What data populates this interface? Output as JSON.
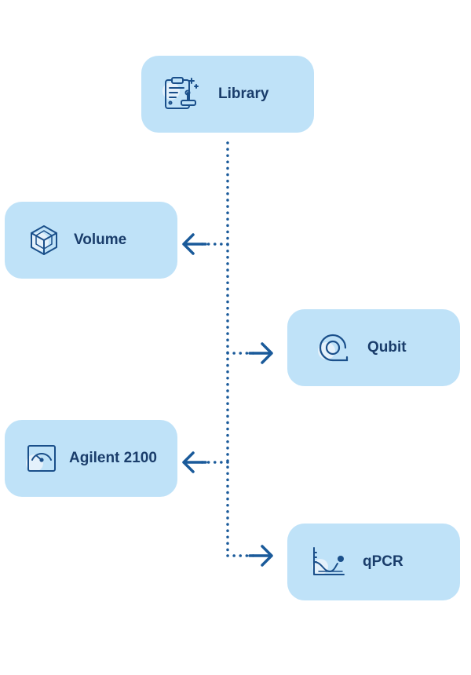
{
  "colors": {
    "node_fill": "#bfe2f8",
    "connector": "#1a5a9a",
    "label": "#1a3d6b"
  },
  "nodes": {
    "library": {
      "label": "Library",
      "icon": "clipboard-flask-icon"
    },
    "volume": {
      "label": "Volume",
      "icon": "cube-icon"
    },
    "qubit": {
      "label": "Qubit",
      "icon": "qubit-spiral-icon"
    },
    "agilent": {
      "label": "Agilent 2100",
      "icon": "gauge-icon"
    },
    "qpcr": {
      "label": "qPCR",
      "icon": "amplification-curve-icon"
    }
  }
}
